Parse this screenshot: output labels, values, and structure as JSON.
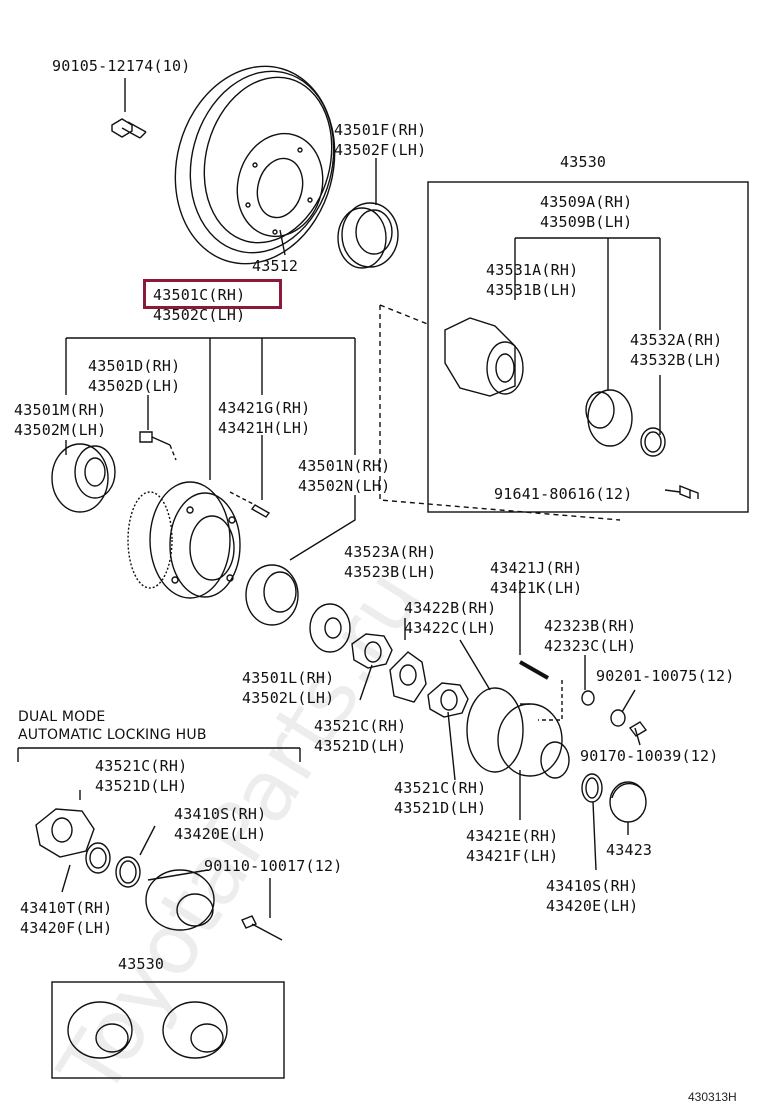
{
  "watermark": "ToyotaParts.ru",
  "diagram_code": "430313H",
  "highlight_color": "#8b1a3a",
  "labels": {
    "bolt_top": "90105-12174(10)",
    "seal_top": [
      "43501F(RH)",
      "43502F(LH)"
    ],
    "rotor": "43512",
    "hub_assy": [
      "43501C(RH)",
      "43502C(LH)"
    ],
    "stud_bolt": [
      "43501D(RH)",
      "43502D(LH)"
    ],
    "bearing_outer": [
      "43501M(RH)",
      "43502M(LH)"
    ],
    "pin": [
      "43421G(RH)",
      "43421H(LH)"
    ],
    "bearing_inner": [
      "43501N(RH)",
      "43502N(LH)"
    ],
    "kit_top": "43530",
    "hub_body": [
      "43509A(RH)",
      "43509B(LH)"
    ],
    "clutch_a": [
      "43531A(RH)",
      "43531B(LH)"
    ],
    "clutch_b": [
      "43532A(RH)",
      "43532B(LH)"
    ],
    "bolt_kit": "91641-80616(12)",
    "washer_43523": [
      "43523A(RH)",
      "43523B(LH)"
    ],
    "stud_43421": [
      "43421J(RH)",
      "43421K(LH)"
    ],
    "washer_43422": [
      "43422B(RH)",
      "43422C(LH)"
    ],
    "washer_42323": [
      "42323B(RH)",
      "42323C(LH)"
    ],
    "nut_90201": "90201-10075(12)",
    "lock_43501l": [
      "43501L(RH)",
      "43502L(LH)"
    ],
    "nut_43521_a": [
      "43521C(RH)",
      "43521D(LH)"
    ],
    "nut_43521_b": [
      "43521C(RH)",
      "43521D(LH)"
    ],
    "nut_90170": "90170-10039(12)",
    "dual_mode": [
      "DUAL MODE",
      "AUTOMATIC LOCKING HUB"
    ],
    "nut_43521_c": [
      "43521C(RH)",
      "43521D(LH)"
    ],
    "snap_43410s_a": [
      "43410S(RH)",
      "43420E(LH)"
    ],
    "flange": [
      "43421E(RH)",
      "43421F(LH)"
    ],
    "cap": "43423",
    "bolt_90110": "90110-10017(12)",
    "ring_43410t": [
      "43410T(RH)",
      "43420F(LH)"
    ],
    "snap_43410s_b": [
      "43410S(RH)",
      "43420E(LH)"
    ],
    "kit_bottom": "43530"
  }
}
